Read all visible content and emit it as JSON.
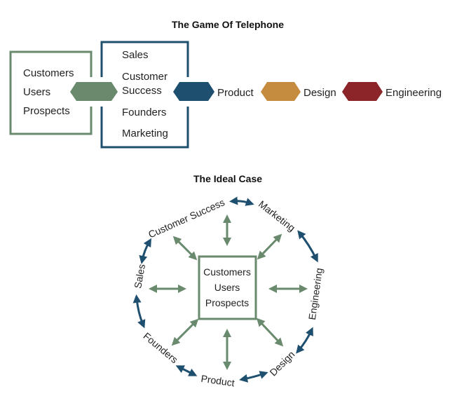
{
  "colors": {
    "green": "#6a8a6e",
    "navy": "#1f4f6e",
    "gold": "#c58b3f",
    "red": "#8b2529",
    "text": "#222222"
  },
  "telephone": {
    "title": "The Game Of Telephone",
    "users_group": [
      "Customers",
      "Users",
      "Prospects"
    ],
    "internal_group": [
      "Sales",
      "Customer",
      "Success",
      "Founders",
      "Marketing"
    ],
    "chain": [
      "Product",
      "Design",
      "Engineering"
    ]
  },
  "ideal": {
    "title": "The Ideal Case",
    "center": [
      "Customers",
      "Users",
      "Prospects"
    ],
    "ring": [
      "Customer Success",
      "Marketing",
      "Engineering",
      "Design",
      "Product",
      "Founders",
      "Sales"
    ]
  }
}
